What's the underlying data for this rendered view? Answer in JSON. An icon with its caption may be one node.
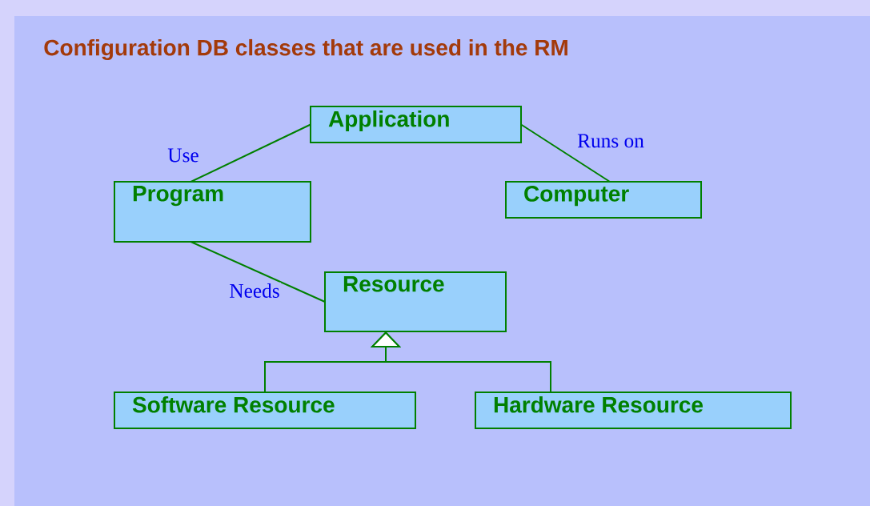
{
  "diagram": {
    "title": "Configuration DB classes that are used in the RM",
    "nodes": [
      {
        "text": [
          "Application"
        ]
      },
      {
        "text": [
          "Program"
        ]
      },
      {
        "text": [
          "Computer"
        ]
      },
      {
        "text": [
          "Resource"
        ]
      },
      {
        "text": [
          "Software Resource"
        ]
      },
      {
        "text": [
          "Hardware Resource"
        ]
      }
    ],
    "edges": [
      {
        "from": 1,
        "to": 0,
        "arrow": "none",
        "label": "Use"
      },
      {
        "from": 0,
        "to": 2,
        "arrow": "none",
        "label": "Runs on"
      },
      {
        "from": 1,
        "to": 3,
        "arrow": "none",
        "label": "Needs"
      },
      {
        "from": 4,
        "to": 3,
        "arrow": "to"
      },
      {
        "from": 5,
        "to": 3,
        "arrow": "to"
      }
    ]
  }
}
